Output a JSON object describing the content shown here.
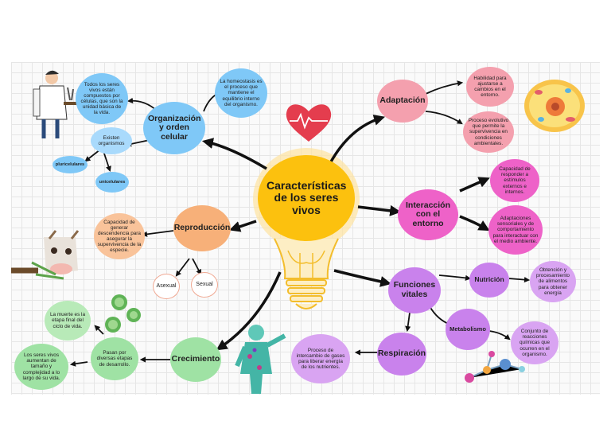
{
  "center": {
    "title": "Características de los seres vivos"
  },
  "organizacion": {
    "title": "Organización y orden celular",
    "todos": "Todos los seres vivos están compuestos por células, que son la unidad básica de la vida.",
    "homeostasis": "La homeostasis es el proceso que mantiene el equilibrio interno del organismo.",
    "existen": "Existen organismos",
    "pluricelulares": "pluricelulares",
    "unicelulares": "unicelulares"
  },
  "adaptacion": {
    "title": "Adaptación",
    "habilidad": "Habilidad para ajustarse a cambios en el entorno.",
    "proceso": "Proceso evolutivo que permite la supervivencia en condiciones ambientales."
  },
  "interaccion": {
    "title": "Interacción con el entorno",
    "capacidad": "Capacidad de responder a estímulos externos e internos.",
    "adaptaciones": "Adaptaciones sensoriales y de comportamiento para interactuar con el medio ambiente."
  },
  "reproduccion": {
    "title": "Reproducción",
    "capacidad": "Capacidad de generar descendencia para asegurar la supervivencia de la especie.",
    "asexual": "Asexual",
    "sexual": "Sexual"
  },
  "funciones": {
    "title": "Funciones vitales",
    "nutricion": "Nutrición",
    "nutricion_desc": "Obtención y procesamiento de alimentos para obtener energía",
    "metabolismo": "Metabolismo",
    "metabolismo_desc": "Conjunto de reacciones químicas que ocurren en el organismo.",
    "respiracion": "Respiración",
    "respiracion_desc": "Proceso de intercambio de gases para liberar energía de los nutrientes."
  },
  "crecimiento": {
    "title": "Crecimiento",
    "pasan": "Pasan por diversas etapas de desarrollo.",
    "muerte": "La muerte es la etapa final del ciclo de vida.",
    "aumentan": "Los seres vivos aumentan de tamaño y complejidad a lo largo de su vida."
  },
  "colors": {
    "accent": "#fcc10e",
    "arrow": "#111111"
  }
}
